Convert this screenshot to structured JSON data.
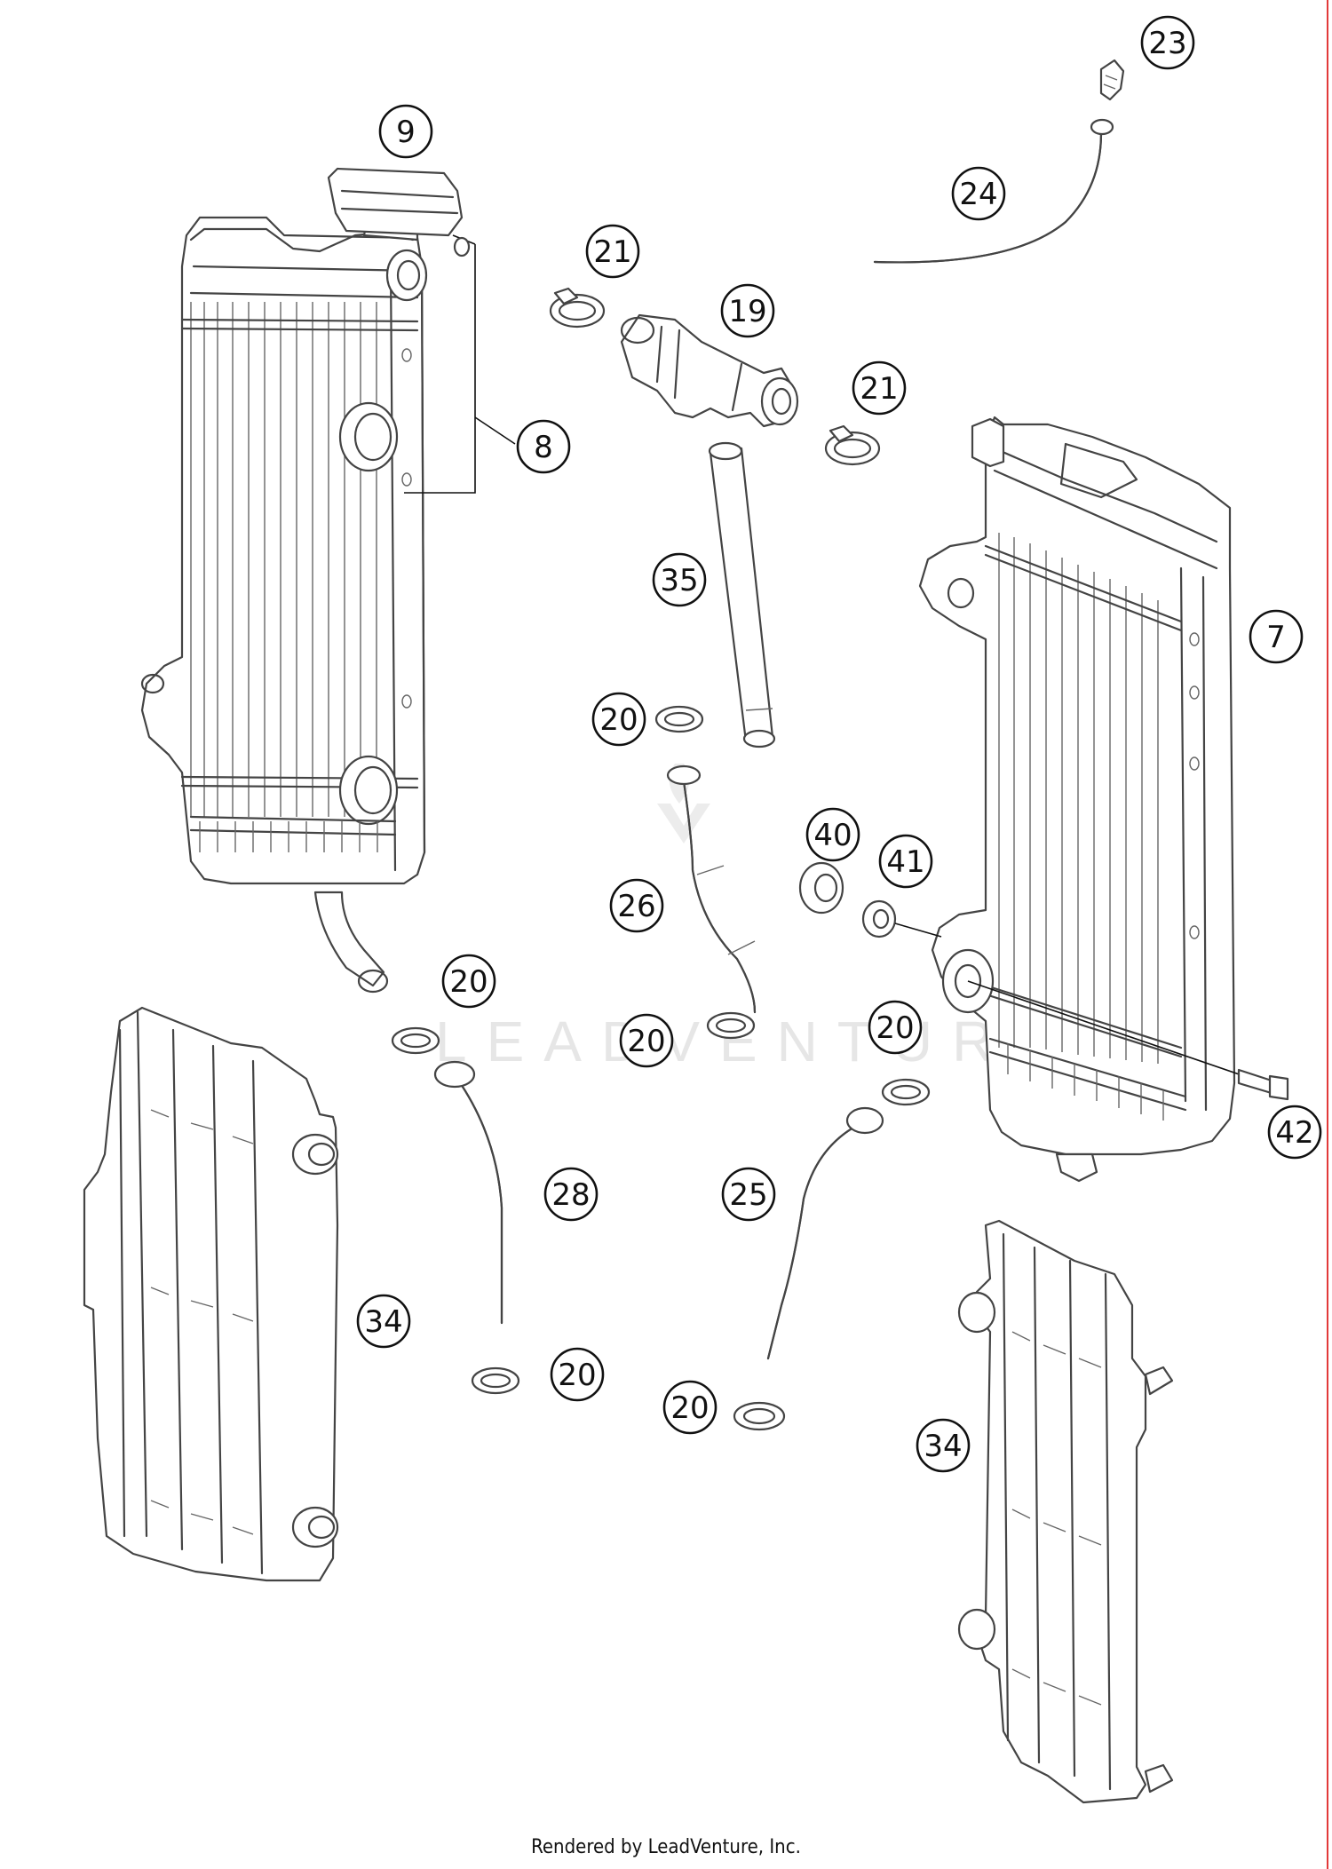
{
  "footer": {
    "rendered_by": "Rendered by LeadVenture, Inc."
  },
  "watermark": {
    "text": "LEADVENTURE"
  },
  "callouts": [
    {
      "id": "c9",
      "label": "9"
    },
    {
      "id": "c8",
      "label": "8"
    },
    {
      "id": "c23",
      "label": "23"
    },
    {
      "id": "c24",
      "label": "24"
    },
    {
      "id": "c21a",
      "label": "21"
    },
    {
      "id": "c19",
      "label": "19"
    },
    {
      "id": "c21b",
      "label": "21"
    },
    {
      "id": "c35",
      "label": "35"
    },
    {
      "id": "c7",
      "label": "7"
    },
    {
      "id": "c20a",
      "label": "20"
    },
    {
      "id": "c40",
      "label": "40"
    },
    {
      "id": "c41",
      "label": "41"
    },
    {
      "id": "c26",
      "label": "26"
    },
    {
      "id": "c20b",
      "label": "20"
    },
    {
      "id": "c20c",
      "label": "20"
    },
    {
      "id": "c20d",
      "label": "20"
    },
    {
      "id": "c42",
      "label": "42"
    },
    {
      "id": "c28",
      "label": "28"
    },
    {
      "id": "c25",
      "label": "25"
    },
    {
      "id": "c34a",
      "label": "34"
    },
    {
      "id": "c20e",
      "label": "20"
    },
    {
      "id": "c20f",
      "label": "20"
    },
    {
      "id": "c34b",
      "label": "34"
    }
  ],
  "colors": {
    "line": "#444444",
    "border_accent": "#e23a3a",
    "watermark": "#e6e6e6"
  }
}
